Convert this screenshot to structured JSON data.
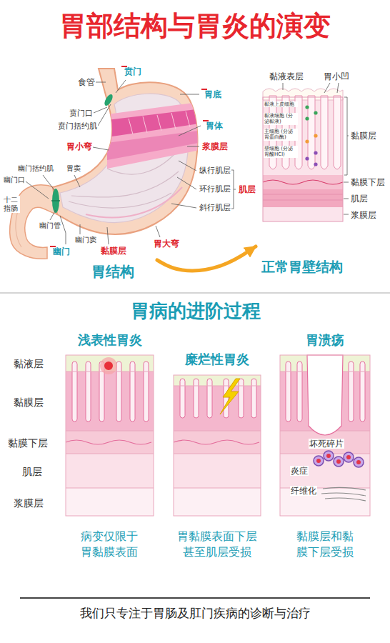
{
  "diagram": {
    "title": "胃部结构与胃炎的演变",
    "nodes": [
      {
        "text": [
          "胃结构"
        ]
      },
      {
        "text": [
          "贲门"
        ],
        "in": 0
      },
      {
        "text": [
          "胃底"
        ],
        "in": 0
      },
      {
        "text": [
          "胃体"
        ],
        "in": 0
      },
      {
        "text": [
          "幽门"
        ],
        "in": 0
      },
      {
        "text": [
          "正常胃壁结构"
        ]
      },
      {
        "text": [
          "浅表性胃炎",
          "病变仅限于胃黏膜表面"
        ]
      },
      {
        "text": [
          "糜烂性胃炎",
          "胃黏膜表面下层甚至肌层受损"
        ]
      },
      {
        "text": [
          "胃溃疡",
          "黏膜层和黏膜下层受损"
        ]
      },
      {
        "text": [
          "我们只专注于胃肠及肛门疾病的诊断与治疗"
        ]
      }
    ],
    "edges": [
      {
        "from": 0,
        "to": 5,
        "arrow": "to"
      }
    ],
    "labels": [
      "食管",
      "贲门口",
      "贲门括约肌",
      "胃小弯",
      "浆膜层",
      "纵行肌层",
      "幽门括约肌",
      "胃窦",
      "幽门口",
      "十二指肠",
      "环行肌层",
      "斜行肌层",
      "肌层",
      "幽门管",
      "幽门窦",
      "胃大弯",
      "黏膜层",
      "黏液表层",
      "胃小凹",
      "黏膜层",
      "黏膜下层",
      "肌层",
      "浆膜层",
      "黏液上皮细胞",
      "黏液细胞 (分泌黏液)",
      "主细胞 (分泌胃蛋白酶)",
      "壁细胞 (分泌胃酸HCl)",
      "胃病的进阶过程",
      "黏液层",
      "黏膜层",
      "黏膜下层",
      "肌层",
      "浆膜层",
      "坏死碎片",
      "炎症",
      "纤维化"
    ]
  }
}
